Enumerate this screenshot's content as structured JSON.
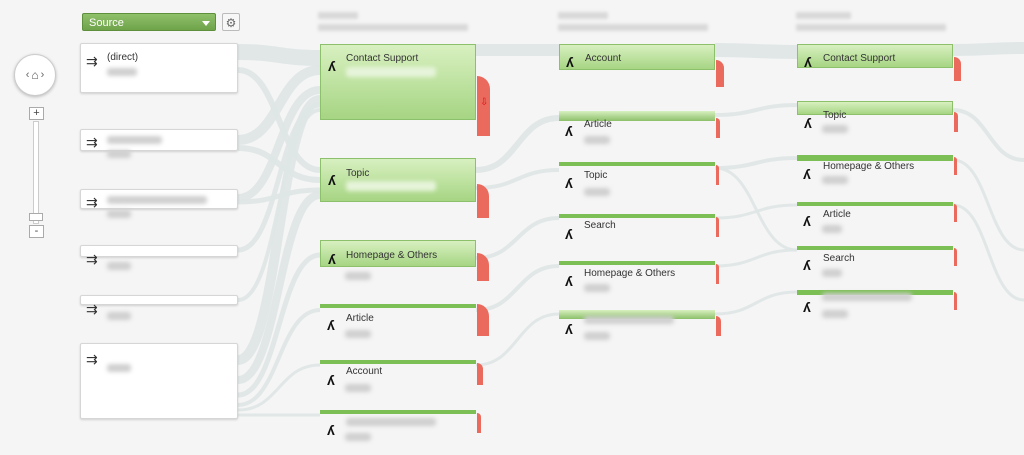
{
  "toolbar": {
    "dimension_selected": "Source",
    "settings_icon": "gear-icon"
  },
  "navigation": {
    "left_arrow": "‹",
    "right_arrow": "›",
    "home_icon": "home-icon",
    "zoom_in": "+",
    "zoom_out": "-"
  },
  "sources": [
    {
      "label": "(direct)",
      "icon": "source-arrows-icon"
    },
    {
      "label": "",
      "icon": "source-arrows-icon"
    },
    {
      "label": "",
      "icon": "source-arrows-icon"
    },
    {
      "label": "",
      "icon": "source-arrows-icon"
    },
    {
      "label": "",
      "icon": "source-arrows-icon"
    },
    {
      "label": "",
      "icon": "source-arrows-icon"
    }
  ],
  "columns": [
    {
      "nodes": [
        {
          "label": "Contact Support",
          "dropoff": true,
          "icon": "page-group-icon"
        },
        {
          "label": "Topic",
          "icon": "page-group-icon"
        },
        {
          "label": "Homepage & Others",
          "icon": "page-group-icon"
        },
        {
          "label": "Article",
          "icon": "page-group-icon"
        },
        {
          "label": "Account",
          "icon": "page-group-icon"
        },
        {
          "label": "",
          "icon": "page-group-icon"
        }
      ]
    },
    {
      "nodes": [
        {
          "label": "Account",
          "icon": "page-group-icon"
        },
        {
          "label": "Article",
          "icon": "page-group-icon"
        },
        {
          "label": "Topic",
          "icon": "page-group-icon"
        },
        {
          "label": "Search",
          "icon": "page-group-icon"
        },
        {
          "label": "Homepage & Others",
          "icon": "page-group-icon"
        },
        {
          "label": "",
          "icon": "page-group-icon"
        }
      ]
    },
    {
      "nodes": [
        {
          "label": "Contact Support",
          "icon": "page-group-icon"
        },
        {
          "label": "Topic",
          "icon": "page-group-icon"
        },
        {
          "label": "Homepage & Others",
          "icon": "page-group-icon"
        },
        {
          "label": "Article",
          "icon": "page-group-icon"
        },
        {
          "label": "Search",
          "icon": "page-group-icon"
        },
        {
          "label": "",
          "icon": "page-group-icon"
        }
      ]
    }
  ],
  "colors": {
    "node_green": "#a6d583",
    "dropoff_red": "#ea6b5e",
    "flow": "#dfe6e6"
  }
}
